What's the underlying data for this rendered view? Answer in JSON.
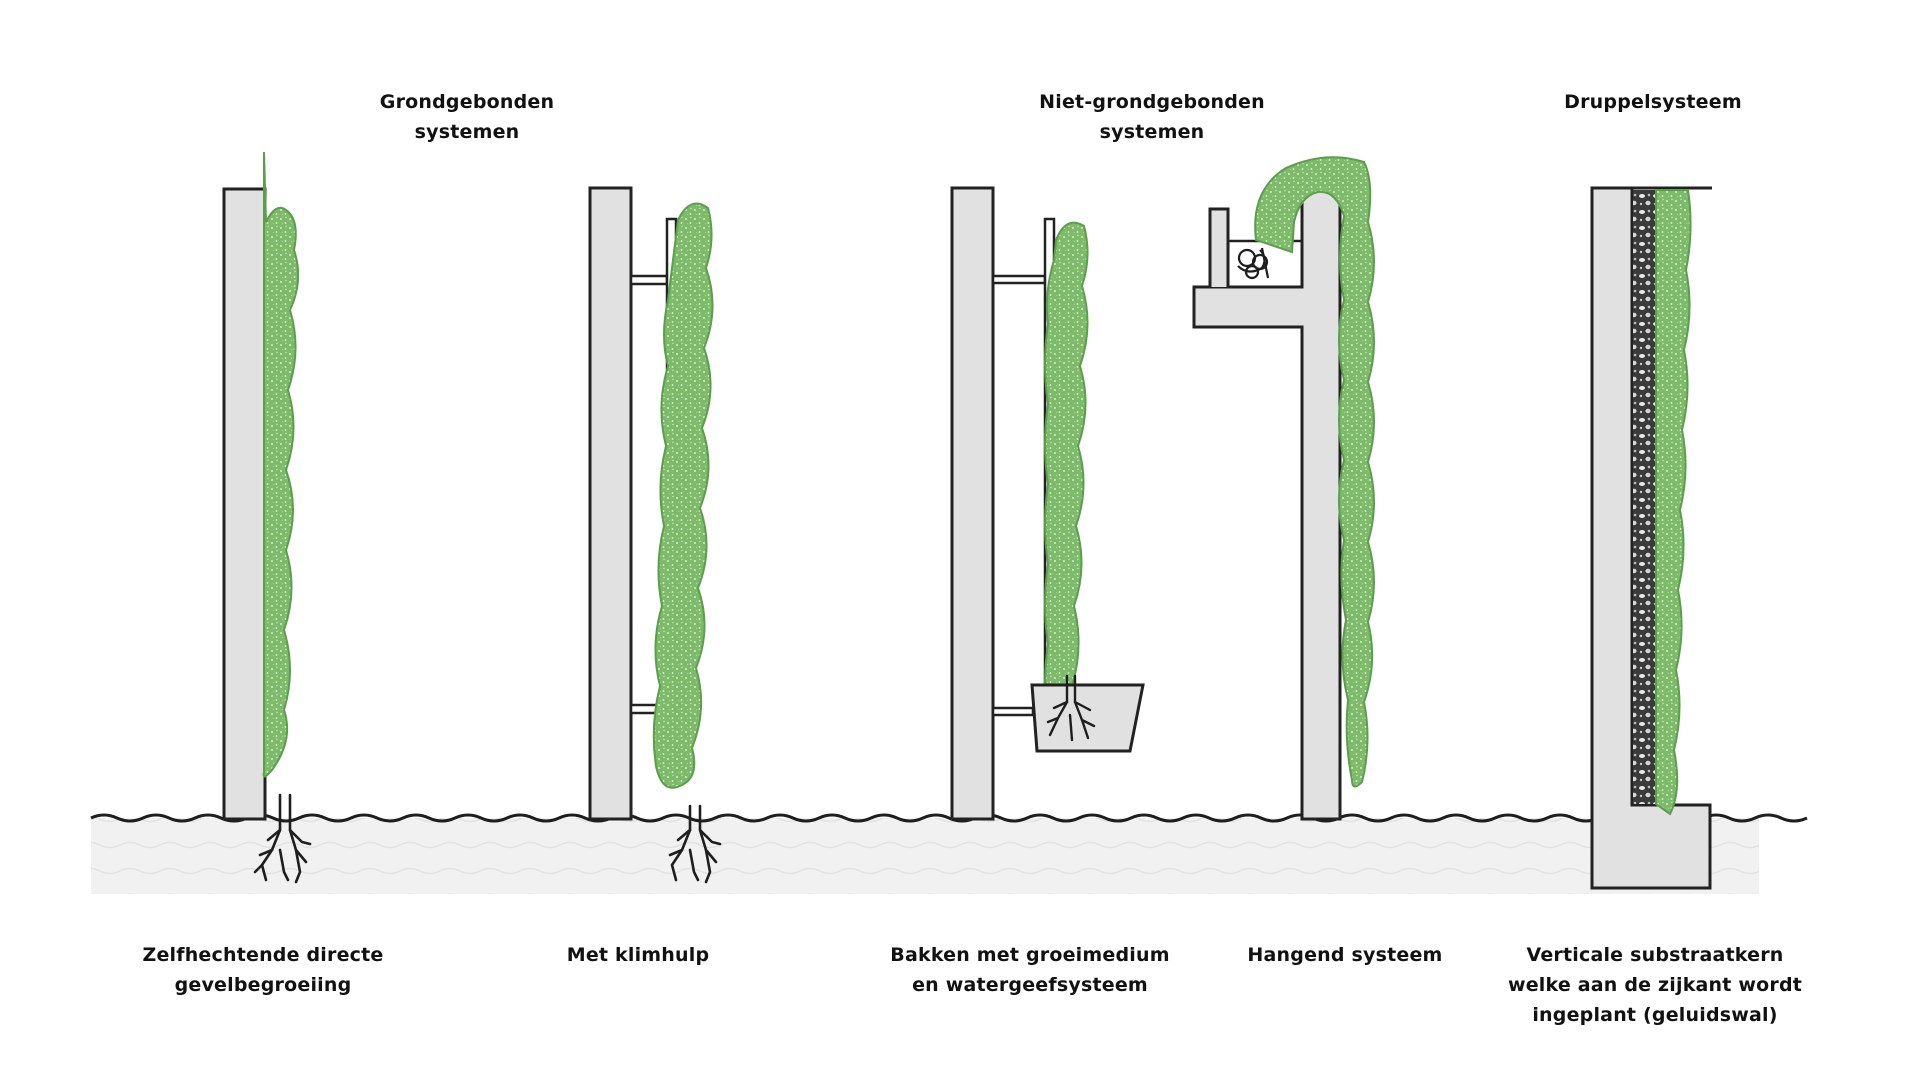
{
  "headings": {
    "ground_bound": [
      "Grondgebonden",
      "systemen"
    ],
    "non_ground_bound": [
      "Niet-grondgebonden",
      "systemen"
    ],
    "drip_system": [
      "Druppelsysteem"
    ]
  },
  "systems": [
    {
      "id": "self-clinging",
      "caption": [
        "Zelfhechtende directe",
        "gevelbegroeiing"
      ]
    },
    {
      "id": "climbing-aid",
      "caption": [
        "Met klimhulp"
      ]
    },
    {
      "id": "planters",
      "caption": [
        "Bakken met groeimedium",
        "en watergeefsysteem"
      ]
    },
    {
      "id": "hanging",
      "caption": [
        "Hangend systeem"
      ]
    },
    {
      "id": "substrate-core",
      "caption": [
        "Verticale substraatkern",
        "welke aan de zijkant wordt",
        "ingeplant (geluidswal)"
      ]
    }
  ],
  "colors": {
    "wall_fill": "#e1e1e1",
    "stroke": "#222222",
    "plant_fill": "#7dbb6a",
    "plant_edge": "#5c9e4e",
    "ground_fill": "#f0f0f0",
    "substrate": "#3a3a3a"
  }
}
